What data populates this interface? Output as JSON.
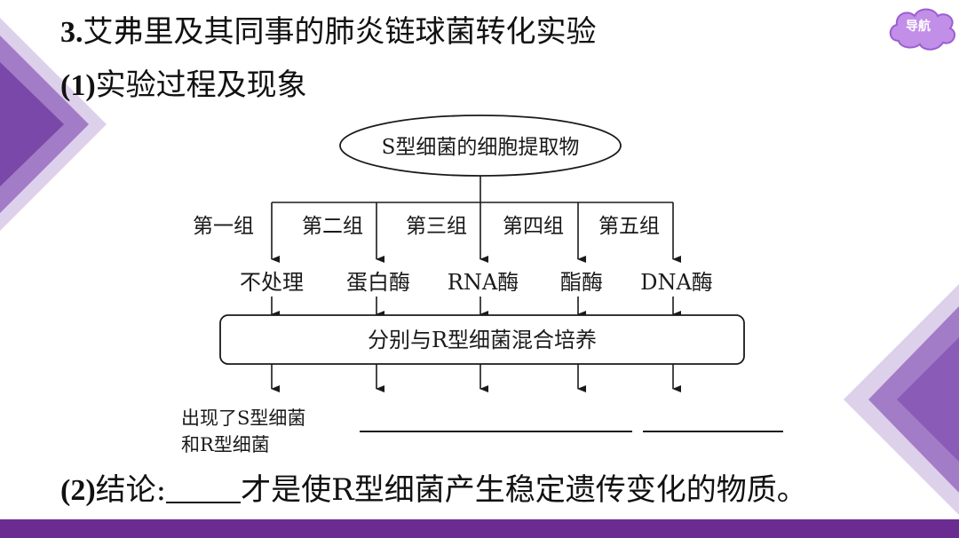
{
  "title_num": "3.",
  "title_text": "艾弗里及其同事的肺炎链球菌转化实验",
  "sub_num": "(1)",
  "sub_text": "实验过程及现象",
  "nav_label": "导航",
  "diagram": {
    "top_node": "S型细菌的细胞提取物",
    "groups": [
      "第一组",
      "第二组",
      "第三组",
      "第四组",
      "第五组"
    ],
    "treatments": [
      "不处理",
      "蛋白酶",
      "RNA酶",
      "酯酶",
      "DNA酶"
    ],
    "mix_box": "分别与R型细菌混合培养",
    "result_line1": "出现了S型细菌",
    "result_line2": "和R型细菌"
  },
  "conclusion_num": "(2)",
  "conclusion_label": "结论:",
  "conclusion_text": "才是使R型细菌产生稳定遗传变化的物质。",
  "colors": {
    "accent": "#6a2c91",
    "light_purple": "#b79bd3",
    "nav_fill": "#c18ee8"
  }
}
